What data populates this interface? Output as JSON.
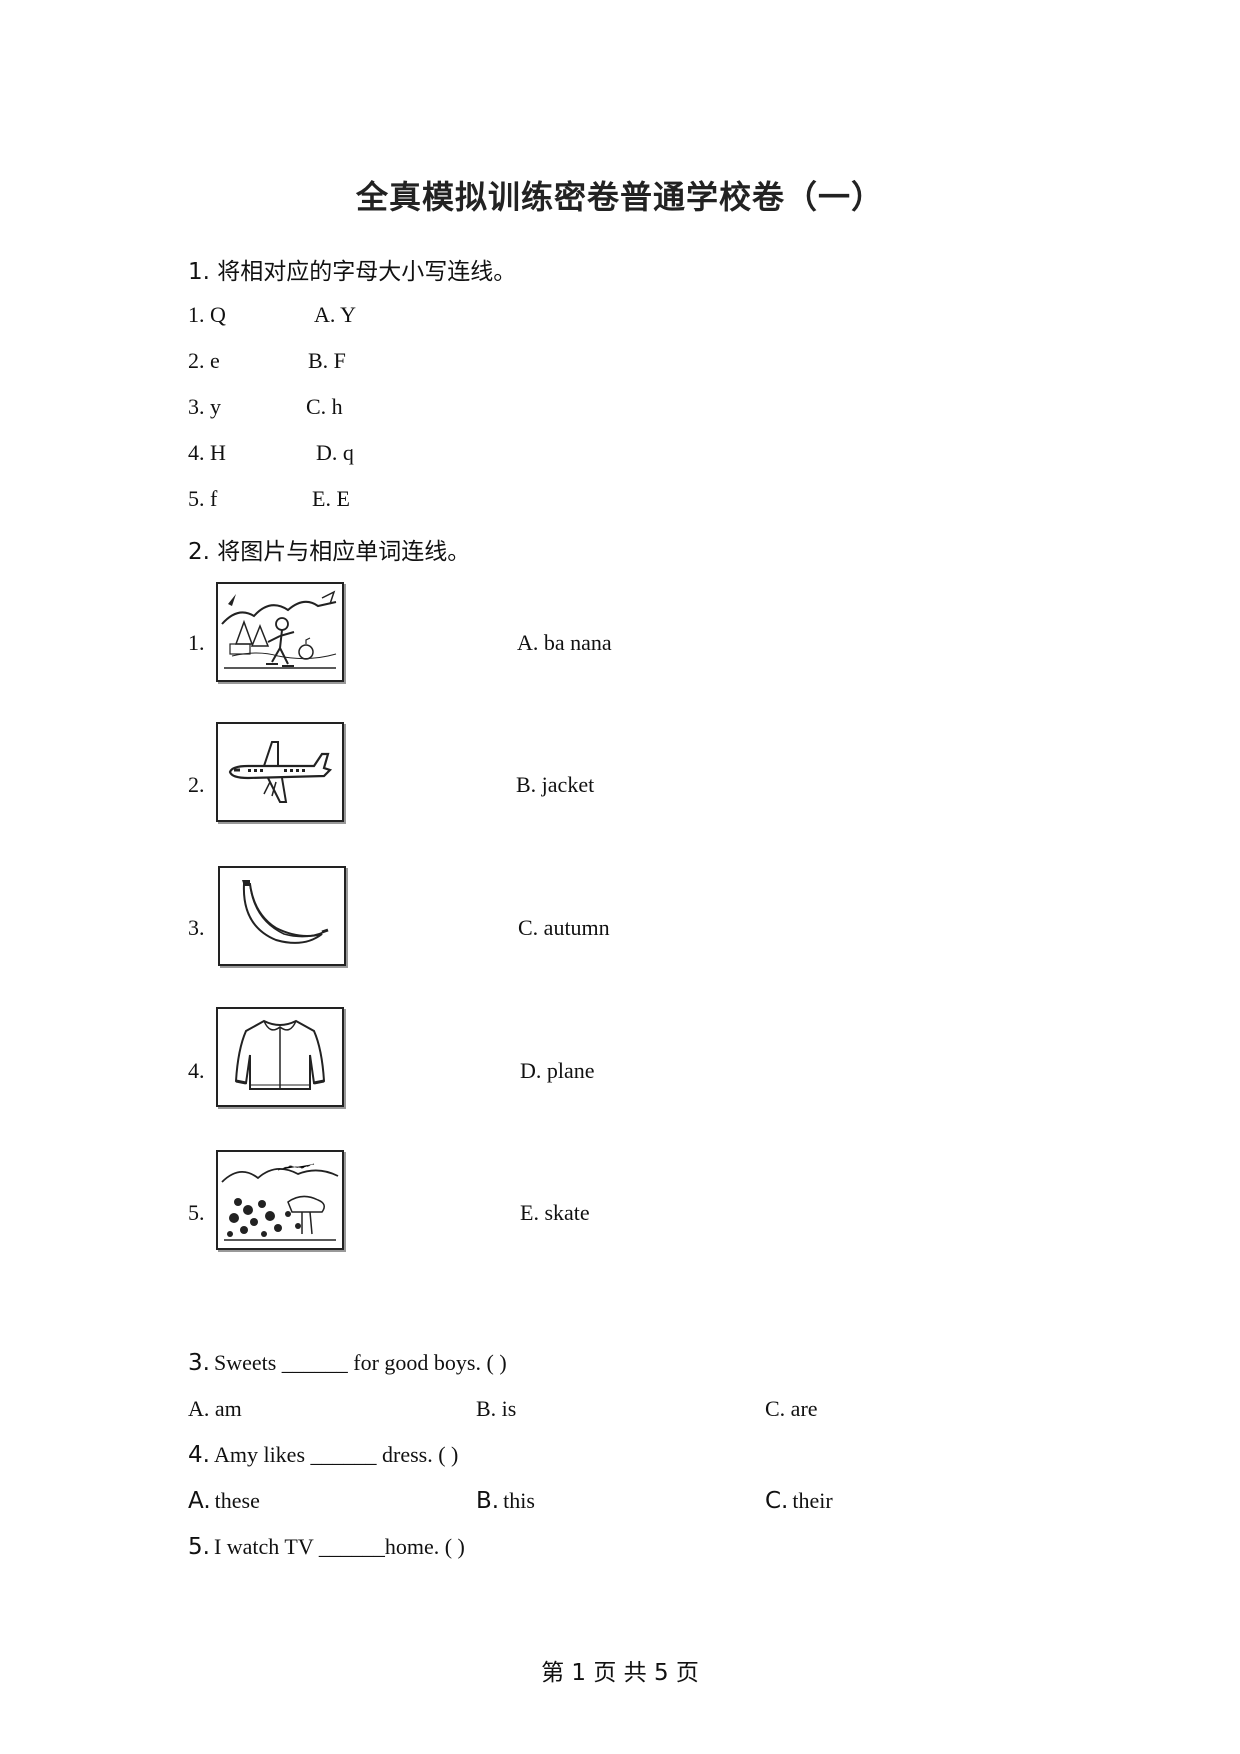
{
  "title": "全真模拟训练密卷普通学校卷（一）",
  "q1": {
    "heading": "1. 将相对应的字母大小写连线。",
    "left": [
      "1. Q",
      "2. e",
      "3. y",
      "4. H",
      "5. f"
    ],
    "right": [
      "A. Y",
      "B. F",
      "C. h",
      "D. q",
      "E. E"
    ]
  },
  "q2": {
    "heading": "2. 将图片与相应单词连线。",
    "numbers": [
      "1.",
      "2.",
      "3.",
      "4.",
      "5."
    ],
    "pictures": [
      "skating-scene-picture",
      "plane-picture",
      "banana-picture",
      "jacket-picture",
      "autumn-scene-picture"
    ],
    "words": [
      "A. ba nana",
      "B. jacket",
      "C. autumn",
      "D. plane",
      "E. skate"
    ]
  },
  "q3": {
    "num": "3.",
    "text": "Sweets ______ for good boys. (    )",
    "options": [
      "A. am",
      "B. is",
      "C. are"
    ]
  },
  "q4": {
    "num": "4.",
    "text": "Amy likes ______ dress. (    )",
    "options": [
      {
        "letter": "A.",
        "text": "these"
      },
      {
        "letter": "B.",
        "text": "this"
      },
      {
        "letter": "C.",
        "text": "their"
      }
    ]
  },
  "q5": {
    "num": "5.",
    "text": "I watch TV ______home. (    )"
  },
  "footer": "第 1 页 共 5 页"
}
